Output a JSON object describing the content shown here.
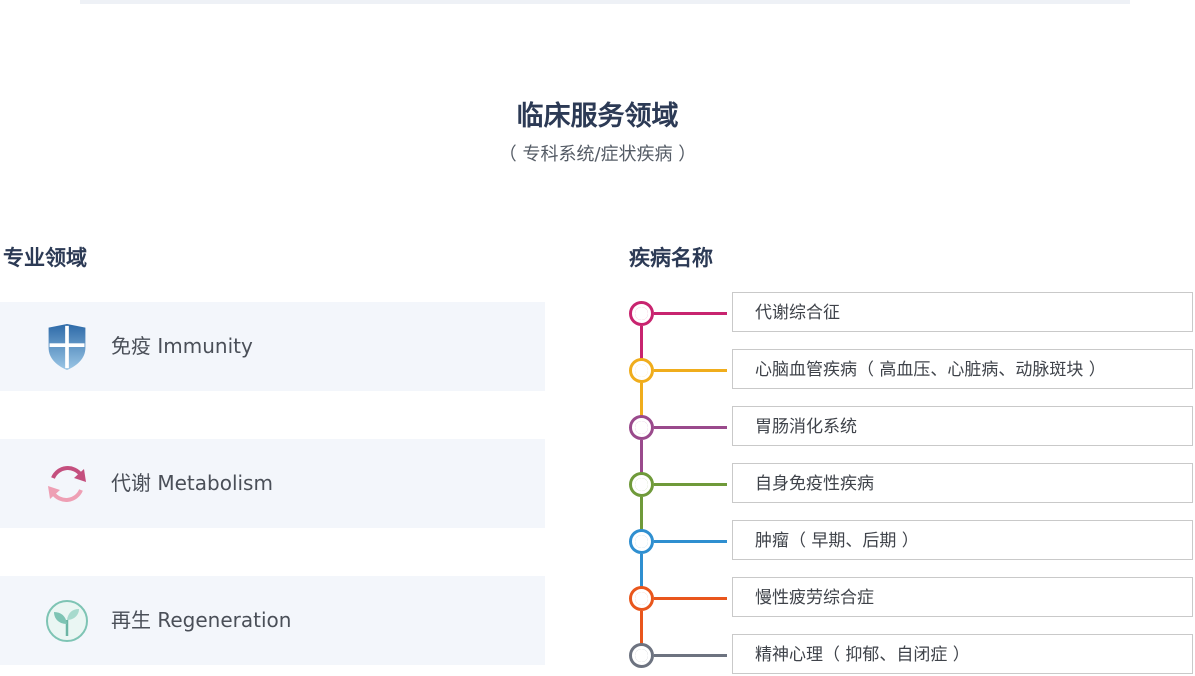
{
  "header": {
    "title": "临床服务领域",
    "subtitle": "（ 专科系统/症状疾病 ）"
  },
  "specialty": {
    "title": "专业领域",
    "items": [
      {
        "label": "免疫 Immunity",
        "icon": "shield-icon"
      },
      {
        "label": "代谢 Metabolism",
        "icon": "cycle-arrows-icon"
      },
      {
        "label": "再生 Regeneration",
        "icon": "sprout-icon"
      }
    ]
  },
  "diseases": {
    "title": "疾病名称",
    "items": [
      {
        "label": "代谢综合征",
        "color": "#c8246f"
      },
      {
        "label": "心脑血管疾病（ 高血压、心脏病、动脉斑块 ）",
        "color": "#f0ad1c"
      },
      {
        "label": "胃肠消化系统",
        "color": "#9a4a8c"
      },
      {
        "label": "自身免疫性疾病",
        "color": "#6f9a3a"
      },
      {
        "label": "肿瘤（ 早期、后期 ）",
        "color": "#2f8fd0"
      },
      {
        "label": "慢性疲劳综合症",
        "color": "#e9561c"
      },
      {
        "label": "精神心理（ 抑郁、自闭症 ）",
        "color": "#6d7380"
      }
    ]
  }
}
